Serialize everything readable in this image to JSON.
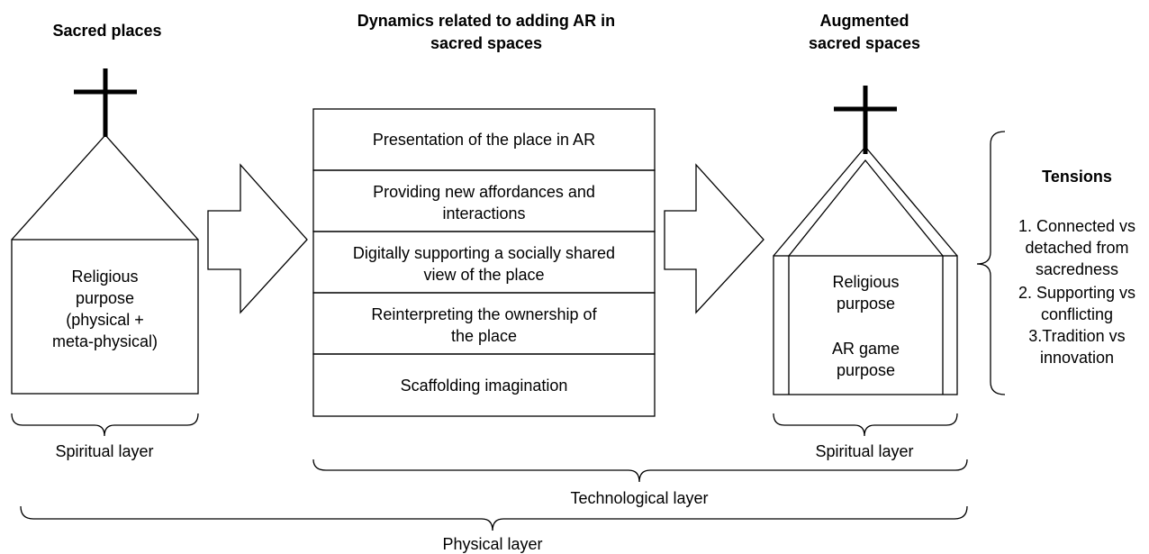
{
  "headers": {
    "sacred_places": "Sacred places",
    "dynamics": [
      "Dynamics related to adding AR in",
      "sacred spaces"
    ],
    "augmented": [
      "Augmented",
      "sacred spaces"
    ]
  },
  "left_church": {
    "purpose_lines": [
      "Religious",
      "purpose",
      "(physical +",
      "meta-physical)"
    ]
  },
  "dynamics_items": [
    [
      "Presentation of the place in AR"
    ],
    [
      "Providing new affordances and",
      "interactions"
    ],
    [
      "Digitally supporting a socially shared",
      "view of the place"
    ],
    [
      "Reinterpreting the ownership of",
      "the place"
    ],
    [
      "Scaffolding imagination"
    ]
  ],
  "right_church": {
    "purpose_a": [
      "Religious",
      "purpose"
    ],
    "purpose_b": [
      "AR game",
      "purpose"
    ]
  },
  "tensions": {
    "title": "Tensions",
    "lines": [
      "1. Connected vs",
      "detached from",
      "sacredness",
      "2. Supporting vs",
      "conflicting",
      "3.Tradition vs",
      "innovation"
    ]
  },
  "layers": {
    "spiritual_left": "Spiritual layer",
    "spiritual_right": "Spiritual layer",
    "technological": "Technological layer",
    "physical": "Physical layer"
  }
}
